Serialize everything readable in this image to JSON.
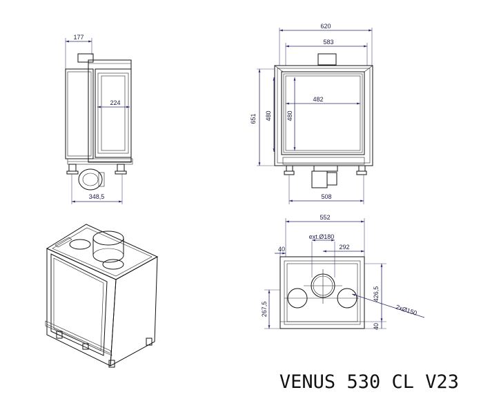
{
  "title": "VENUS 530 CL V23",
  "side_view": {
    "depth_top": "177",
    "inner_width": "224",
    "depth_bottom": "348,5"
  },
  "front_view": {
    "width_outer": "620",
    "width_top": "583",
    "height_total": "651",
    "height_glass": "480",
    "height_inner": "480",
    "width_glass": "482",
    "width_base": "508"
  },
  "top_view": {
    "width": "552",
    "offset_left": "40",
    "flue": "ext.Ø180",
    "offset_flue": "292",
    "depth_right": "426,5",
    "depth_left": "267,5",
    "bottom": "40",
    "ducts": "2xØ150"
  },
  "colors": {
    "dimension": "#2a2a70",
    "outline": "#111111"
  }
}
